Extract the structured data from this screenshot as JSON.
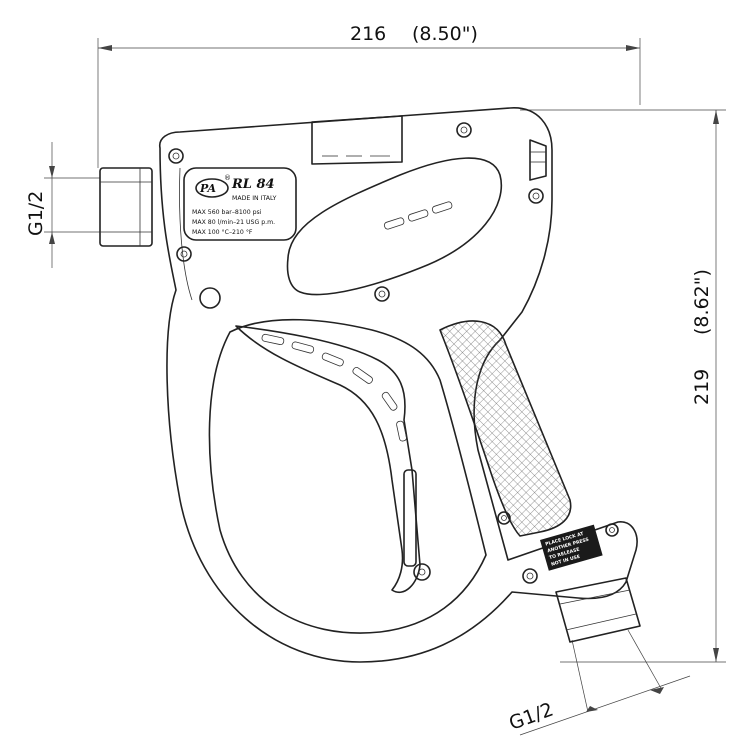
{
  "dimensions": {
    "width_mm": "216",
    "width_in": "(8.50\")",
    "height_mm": "219",
    "height_in": "(8.62\")",
    "inlet_thread": "G1/2",
    "outlet_thread": "G1/2"
  },
  "nameplate": {
    "logo": "PA",
    "registered": "®",
    "model": "RL 84",
    "origin": "MADE IN ITALY",
    "spec_pressure": "MAX 560 bar–8100 psi",
    "spec_flow": "MAX 80 l/min–21 USG p.m.",
    "spec_temp": "MAX 100 °C–210 °F"
  },
  "warning_label": {
    "line1": "PLACE LOCK AT",
    "line2": "ANOTHER PRESS",
    "line3": "TO RELEASE",
    "line4": "NOT IN USE"
  },
  "colors": {
    "line": "#222222",
    "background": "#ffffff"
  }
}
